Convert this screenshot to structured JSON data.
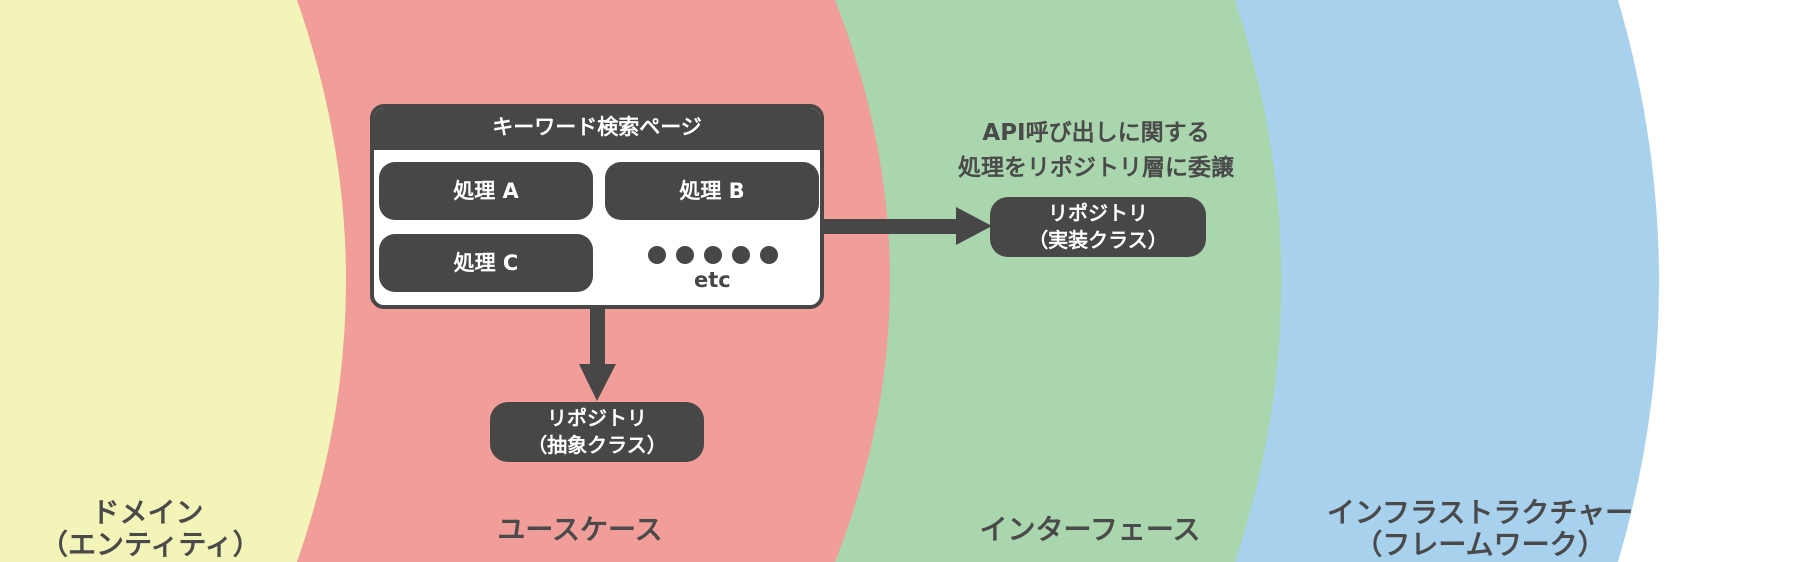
{
  "colors": {
    "domain": "#f3f4b8",
    "usecase": "#f19d99",
    "interface": "#aad6ae",
    "infrastructure": "#a8d1ee",
    "box": "#474747",
    "label": "#4a4a4a"
  },
  "layers": {
    "domain": [
      "ドメイン",
      "（エンティティ）"
    ],
    "usecase": "ユースケース",
    "interface": "インターフェース",
    "infrastructure": [
      "インフラストラクチャー",
      "（フレームワーク）"
    ]
  },
  "page": {
    "title": "キーワード検索ページ",
    "processes": [
      "処理 A",
      "処理 B",
      "処理 C"
    ],
    "etc": "etc"
  },
  "repository_abstract": [
    "リポジトリ",
    "（抽象クラス）"
  ],
  "repository_impl": [
    "リポジトリ",
    "（実装クラス）"
  ],
  "api_note": [
    "API呼び出しに関する",
    "処理をリポジトリ層に委譲"
  ]
}
